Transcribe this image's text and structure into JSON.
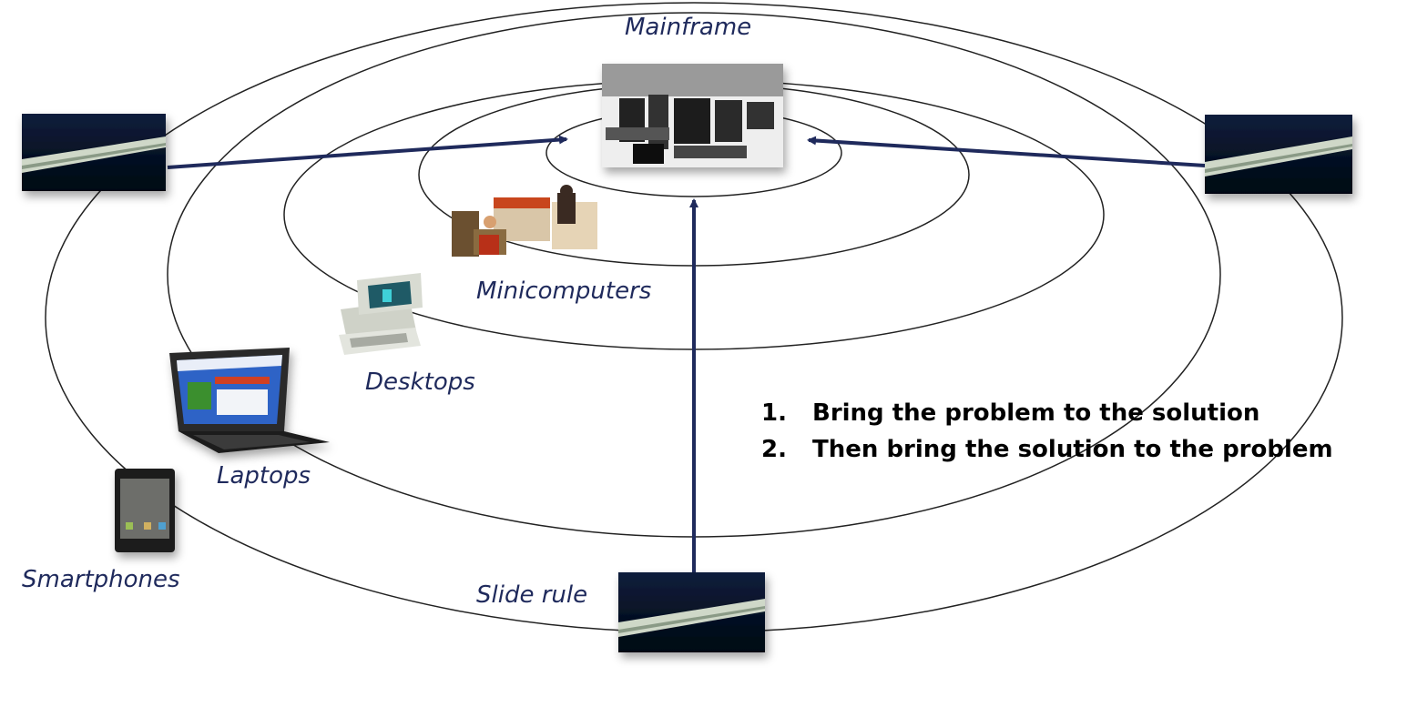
{
  "labels": {
    "mainframe": "Mainframe",
    "minicomputers": "Minicomputers",
    "desktops": "Desktops",
    "laptops": "Laptops",
    "smartphones": "Smartphones",
    "slide_rule": "Slide rule"
  },
  "steps": [
    {
      "number": "1.",
      "text": "Bring the problem to the solution"
    },
    {
      "number": "2.",
      "text": "Then bring the solution to the problem"
    }
  ],
  "colors": {
    "label": "#1f2a5c",
    "arrow": "#1f2a5c",
    "ring": "#222222"
  },
  "icons": [
    "mainframe-photo-icon",
    "minicomputer-photo-icon",
    "desktop-pc-icon",
    "laptop-icon",
    "smartphone-icon",
    "slide-rule-photo-icon"
  ]
}
